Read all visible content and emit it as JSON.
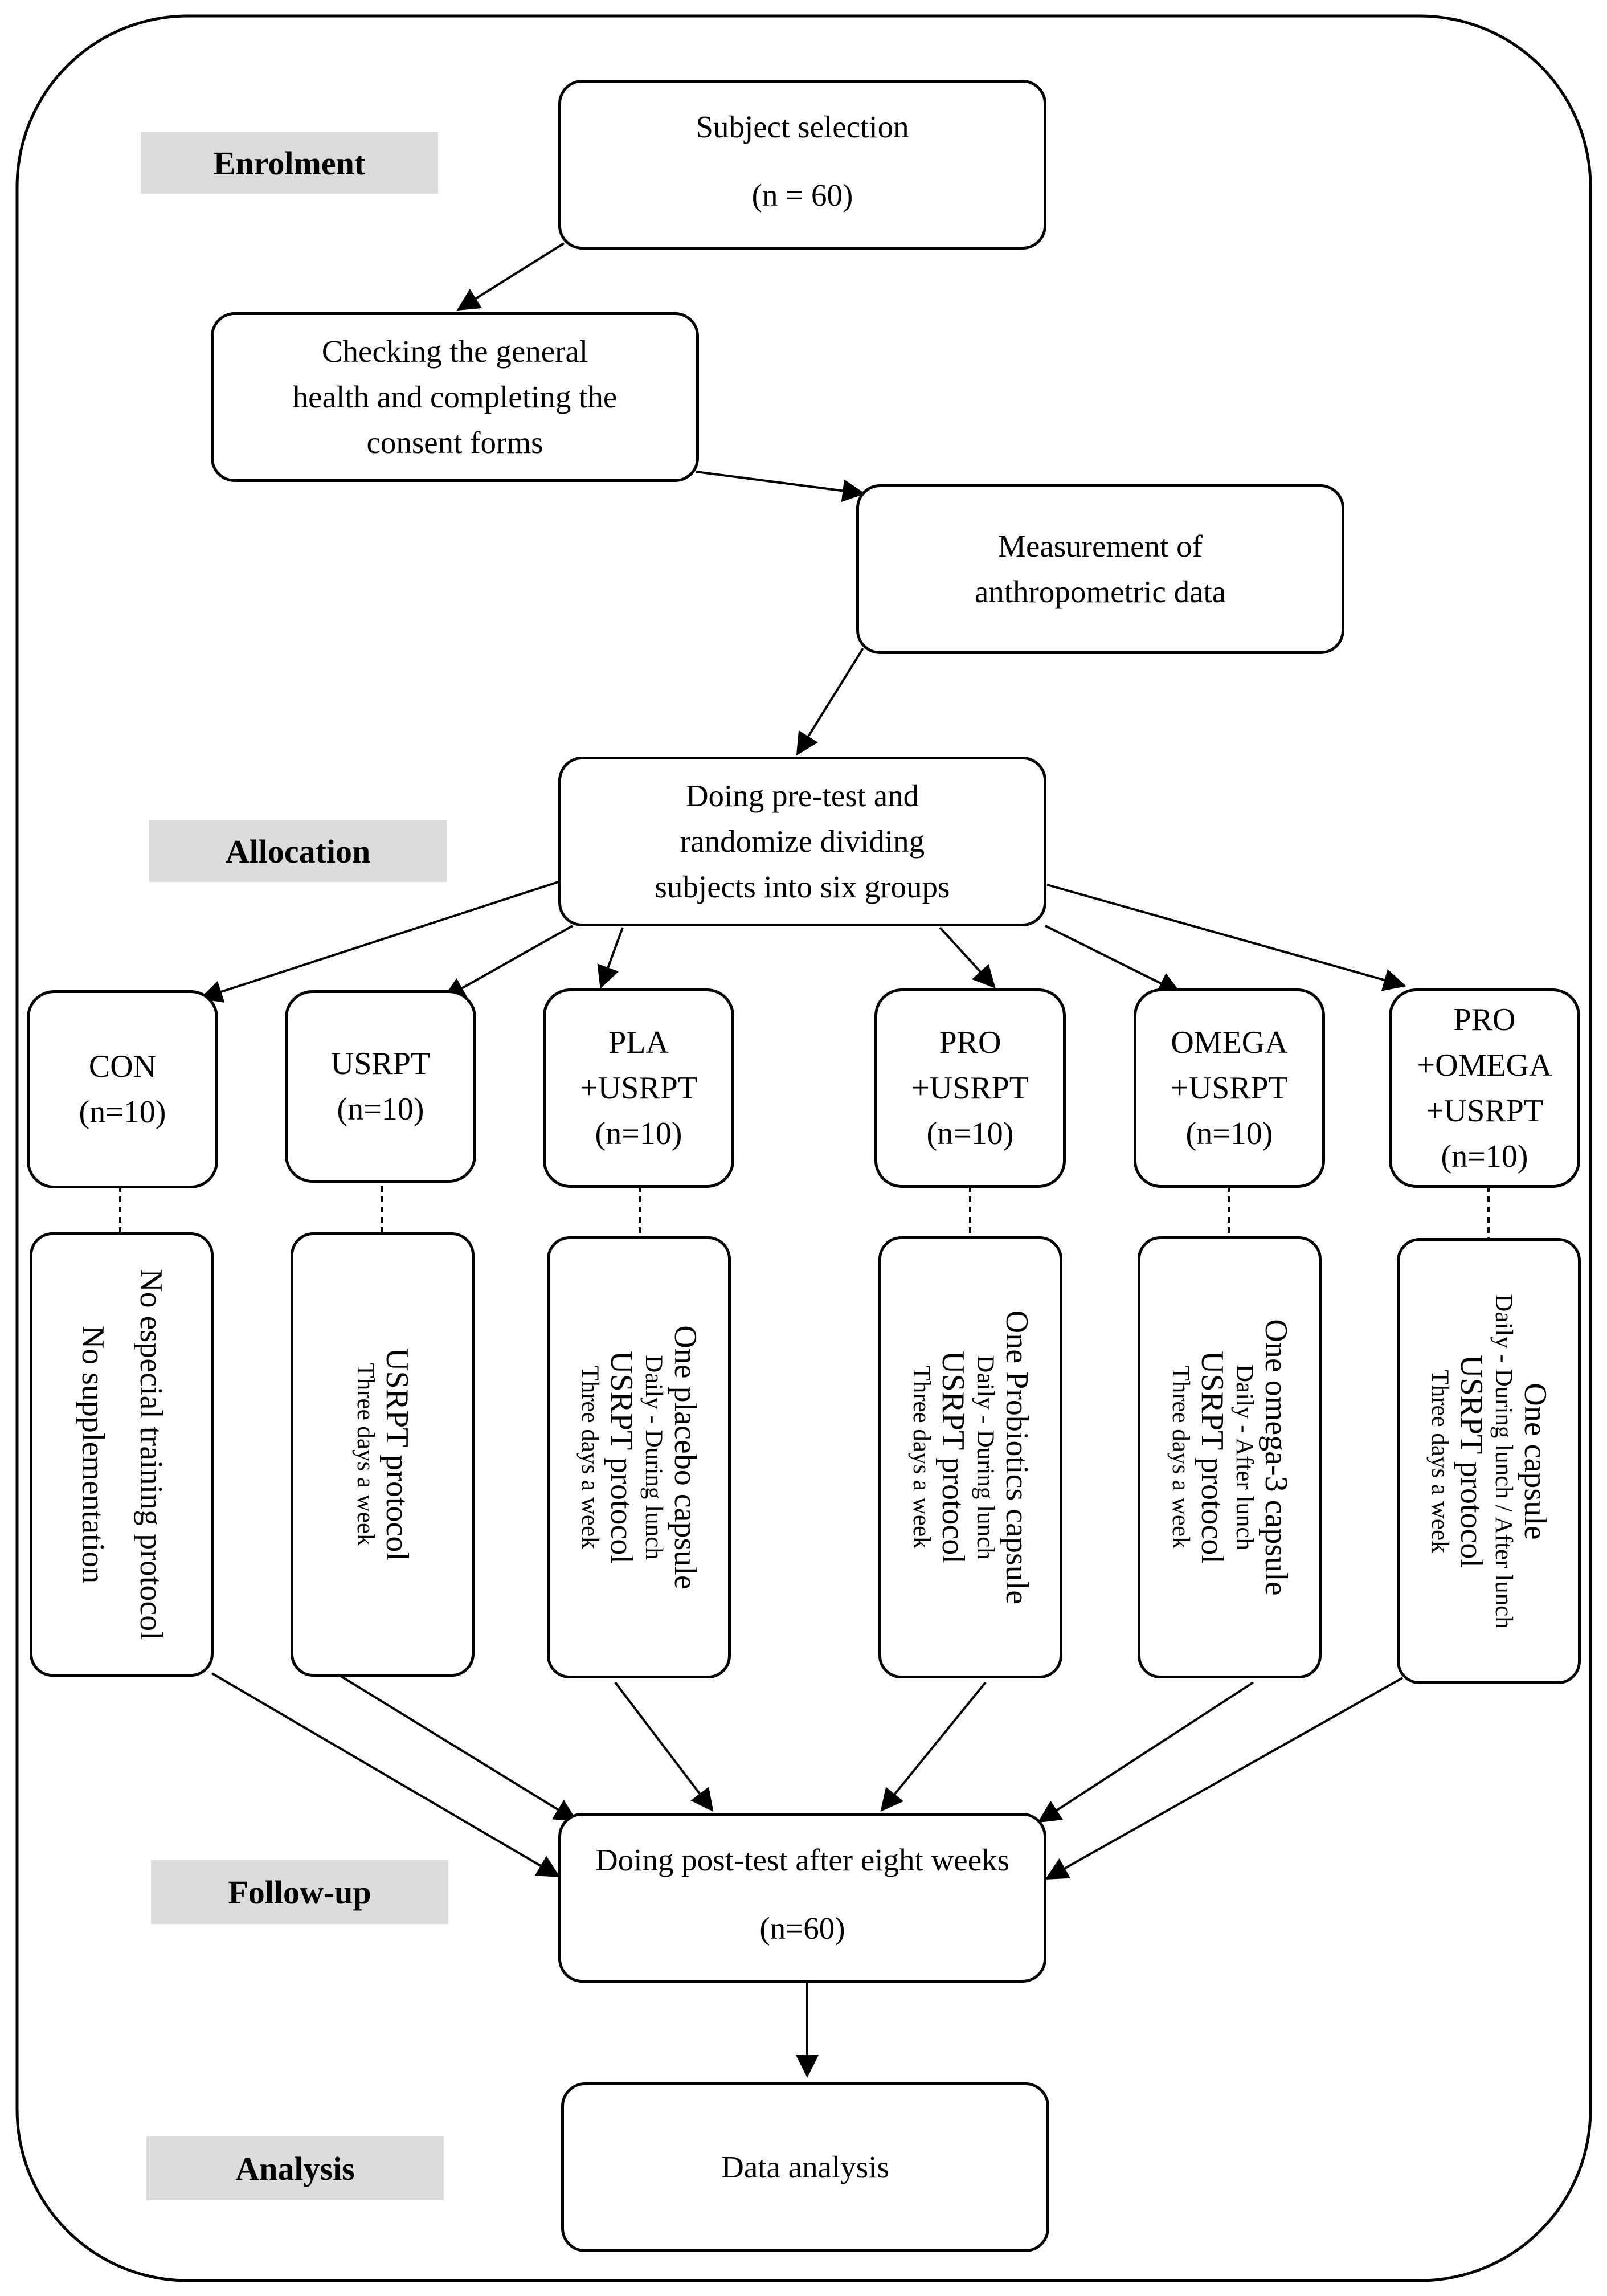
{
  "stages": {
    "enrolment": "Enrolment",
    "allocation": "Allocation",
    "follow_up": "Follow-up",
    "analysis": "Analysis"
  },
  "subject_selection": {
    "line1": "Subject selection",
    "line2": "(n = 60)"
  },
  "checking": {
    "line1": "Checking the general",
    "line2": "health and completing the",
    "line3": "consent forms"
  },
  "measurement": {
    "line1": "Measurement of",
    "line2": "anthropometric data"
  },
  "pretest": {
    "line1": "Doing pre-test and",
    "line2": "randomize dividing",
    "line3": "subjects into six groups"
  },
  "groups": [
    {
      "lines": [
        "CON",
        "(n=10)"
      ]
    },
    {
      "lines": [
        "USRPT",
        "(n=10)"
      ]
    },
    {
      "lines": [
        "PLA",
        "+USRPT",
        "(n=10)"
      ]
    },
    {
      "lines": [
        "PRO",
        "+USRPT",
        "(n=10)"
      ]
    },
    {
      "lines": [
        "OMEGA",
        "+USRPT",
        "(n=10)"
      ]
    },
    {
      "lines": [
        "PRO",
        "+OMEGA",
        "+USRPT",
        "(n=10)"
      ]
    }
  ],
  "protocols": [
    {
      "lines": [
        "No especial training protocol",
        "No supplementation"
      ]
    },
    {
      "lines": [
        "USRPT protocol",
        "Three days a week"
      ]
    },
    {
      "lines": [
        "One placebo capsule",
        "Daily - During lunch",
        "USRPT protocol",
        "Three days a week"
      ]
    },
    {
      "lines": [
        "One Probiotics capsule",
        "Daily - During lunch",
        "USRPT protocol",
        "Three days a week"
      ]
    },
    {
      "lines": [
        "One omega-3 capsule",
        "Daily - After lunch",
        "USRPT protocol",
        "Three days a week"
      ]
    },
    {
      "lines": [
        "One capsule",
        "Daily - During lunch / After lunch",
        "USRPT protocol",
        "Three days a week"
      ]
    }
  ],
  "posttest": {
    "line1": "Doing post-test after eight weeks",
    "line2": "(n=60)"
  },
  "data_analysis": {
    "line1": "Data analysis"
  }
}
